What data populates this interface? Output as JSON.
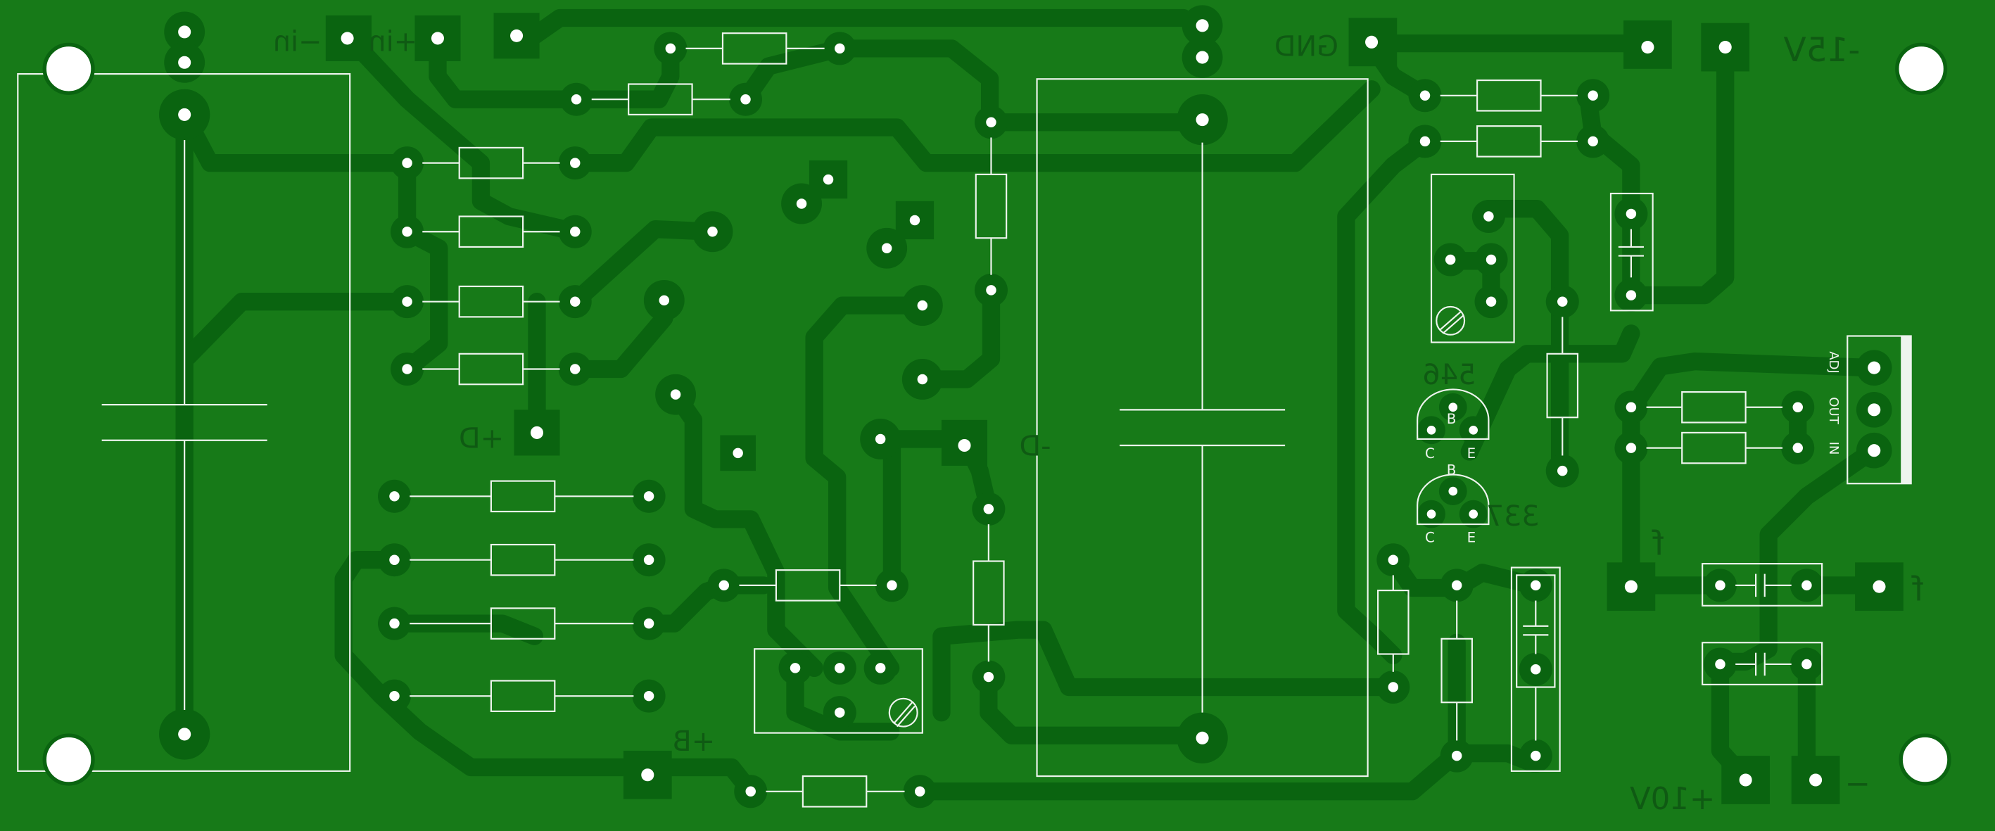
{
  "colors": {
    "substrate": "#177a18",
    "copper": "#0a6410",
    "silkscreen": "#eef4ee",
    "hole": "#ffffff"
  },
  "labels": {
    "minus_in": "−in",
    "plus_in": "+in",
    "gnd": "GND",
    "minus_15v": "-15V",
    "plus_d": "+D",
    "minus_d": "-D",
    "plus_b": "+B",
    "plus_10v": "+10V",
    "minus": "−",
    "t1": "546",
    "t2": "337",
    "b": "B",
    "c": "C",
    "e": "E",
    "adj": "ADJ",
    "out": "OUT",
    "in": "IN",
    "f": "f"
  }
}
